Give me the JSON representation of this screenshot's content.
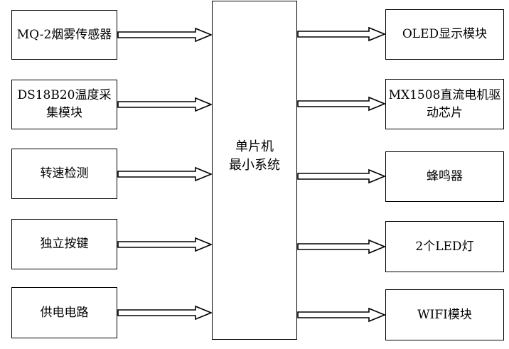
{
  "mcu": {
    "label_line1": "单片机",
    "label_line2": "最小系统"
  },
  "inputs": [
    {
      "lines": [
        "MQ-2烟雾传感器"
      ]
    },
    {
      "lines": [
        "DS18B20温度采",
        "集模块"
      ]
    },
    {
      "lines": [
        "转速检测"
      ]
    },
    {
      "lines": [
        "独立按键"
      ]
    },
    {
      "lines": [
        "供电电路"
      ]
    }
  ],
  "outputs": [
    {
      "lines": [
        "OLED显示模块"
      ]
    },
    {
      "lines": [
        "MX1508直流电机驱",
        "动芯片"
      ]
    },
    {
      "lines": [
        "蜂鸣器"
      ]
    },
    {
      "lines": [
        "2个LED灯"
      ]
    },
    {
      "lines": [
        "WIFI模块"
      ]
    }
  ],
  "colors": {
    "stroke": "#000000",
    "fill": "#ffffff"
  }
}
